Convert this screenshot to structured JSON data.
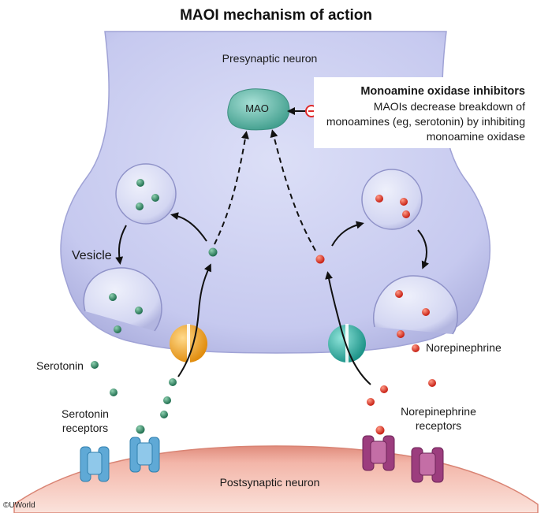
{
  "title": "MAOI mechanism of action",
  "labels": {
    "presynaptic": "Presynaptic neuron",
    "postsynaptic": "Postsynaptic neuron",
    "mao": "MAO",
    "vesicle": "Vesicle",
    "serotonin": "Serotonin",
    "norepinephrine": "Norepinephrine",
    "serotonin_receptors": "Serotonin receptors",
    "norepinephrine_receptors": "Norepinephrine receptors",
    "copyright": "©UWorld"
  },
  "callout": {
    "heading": "Monoamine oxidase inhibitors",
    "text": "MAOIs decrease breakdown of monoamines (eg, serotonin) by inhibiting monoamine oxidase"
  },
  "colors": {
    "neuron_fill": "#c5c8ec",
    "neuron_edge": "#a7aad8",
    "postsynaptic_fill": "#f2b5a8",
    "serotonin": "#2f8a66",
    "norepinephrine": "#e53322",
    "mao": "#5fb8a8",
    "serotonin_transporter": "#f4a41c",
    "norepinephrine_transporter": "#2bb3a6",
    "serotonin_receptor": "#5fa9d6",
    "norepinephrine_receptor": "#9c3d7e",
    "inhibitor": "#e02b2b"
  },
  "icons": {
    "inhibit": "minus-circle-icon"
  }
}
